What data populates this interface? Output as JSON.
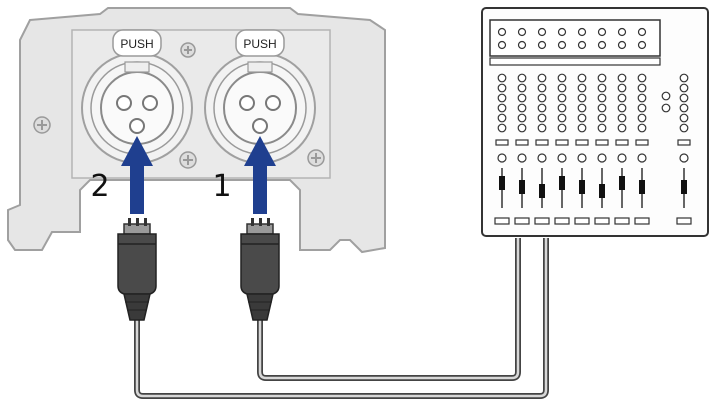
{
  "device": {
    "inputs": [
      {
        "number": "2",
        "release_label": "PUSH"
      },
      {
        "number": "1",
        "release_label": "PUSH"
      }
    ]
  },
  "mixer": {
    "channel_count": 8
  },
  "colors": {
    "arrow": "#1f3f8f",
    "cable": "#555555",
    "body_fill": "#e4e4e4",
    "outline": "#9a9a9a"
  },
  "icons": {
    "connector": "xlr-male-plug-icon",
    "jack": "xlr-female-jack-icon",
    "arrow": "arrow-up-icon"
  }
}
